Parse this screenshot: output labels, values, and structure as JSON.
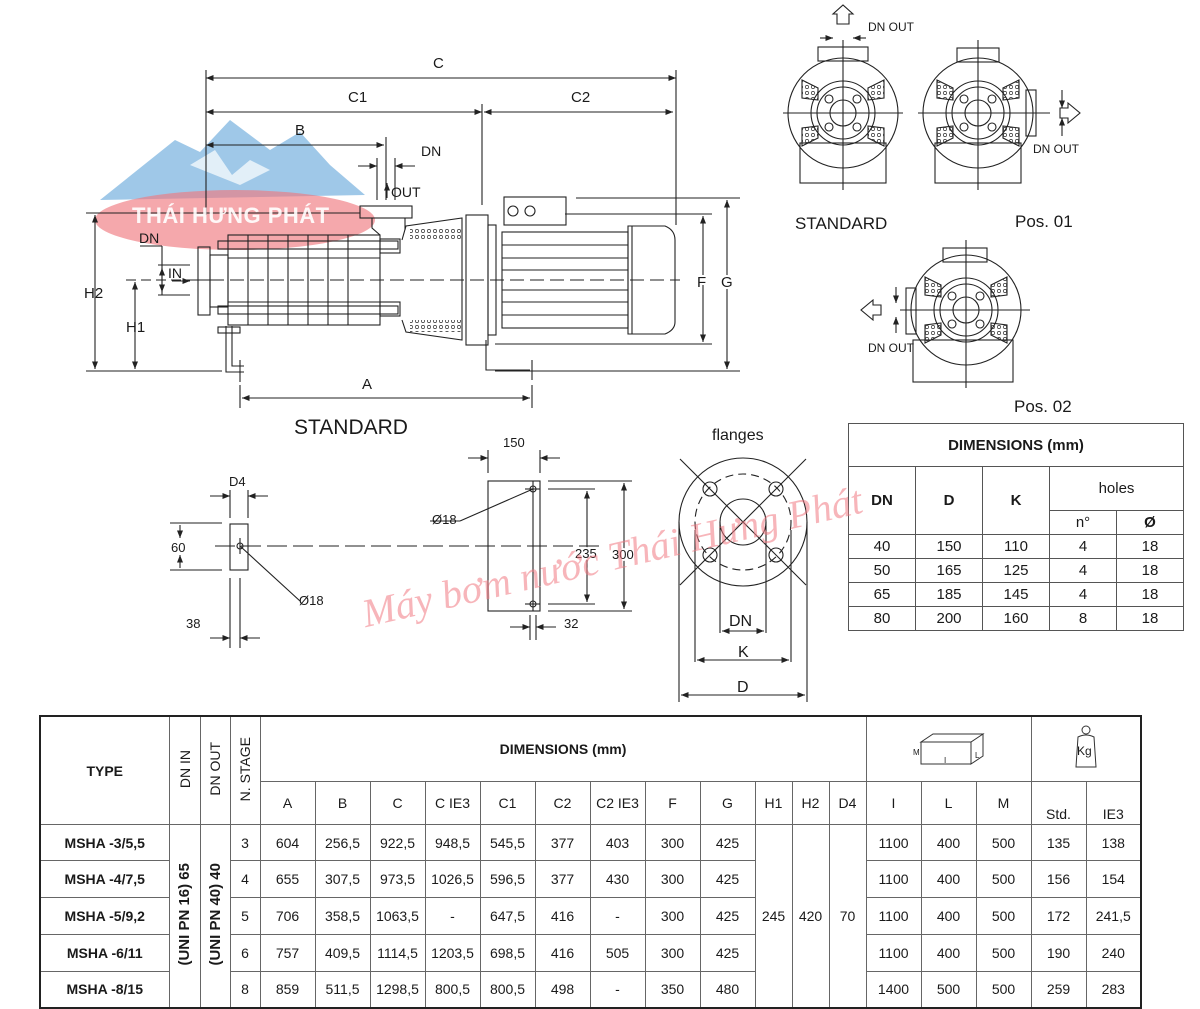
{
  "drawing": {
    "side_view_label": "STANDARD",
    "dims": {
      "c": "C",
      "c1": "C1",
      "c2": "C2",
      "b": "B",
      "a": "A",
      "dn_out_side": "DN",
      "out": "OUT",
      "dn_in": "DN",
      "in": "IN",
      "h1": "H1",
      "h2": "H2",
      "f": "F",
      "g": "G"
    },
    "front_views": {
      "dn_out_top": "DN OUT",
      "dn_out_pos01": "DN OUT",
      "dn_out_pos02": "DN OUT",
      "standard_label": "STANDARD",
      "pos01_label": "Pos. 01",
      "pos02_label": "Pos. 02"
    },
    "base_plates": {
      "d4": "D4",
      "dim_60": "60",
      "dim_38": "38",
      "hole_left": "Ø18",
      "dim_150": "150",
      "hole_right": "Ø18",
      "dim_235": "235",
      "dim_300": "300",
      "dim_32": "32"
    },
    "flange": {
      "title": "flanges",
      "dn": "DN",
      "k": "K",
      "d": "D"
    }
  },
  "logo": {
    "text": "THÁI HƯNG PHÁT",
    "colors": {
      "mountain": "#7fb6e0",
      "ellipse": "#f07a80"
    }
  },
  "watermark": "Máy bơm nước Thái Hưng Phát",
  "flange_table": {
    "title": "DIMENSIONS (mm)",
    "headers": {
      "dn": "DN",
      "d": "D",
      "k": "K",
      "holes": "holes",
      "n": "n°",
      "dia": "Ø"
    },
    "rows": [
      {
        "dn": "40",
        "d": "150",
        "k": "110",
        "n": "4",
        "dia": "18"
      },
      {
        "dn": "50",
        "d": "165",
        "k": "125",
        "n": "4",
        "dia": "18"
      },
      {
        "dn": "65",
        "d": "185",
        "k": "145",
        "n": "4",
        "dia": "18"
      },
      {
        "dn": "80",
        "d": "200",
        "k": "160",
        "n": "8",
        "dia": "18"
      }
    ]
  },
  "main_table": {
    "headers": {
      "type": "TYPE",
      "dn_in": "DN IN",
      "dn_out": "DN OUT",
      "n_stage": "N. STAGE",
      "dimensions": "DIMENSIONS (mm)",
      "cols": [
        "A",
        "B",
        "C",
        "C IE3",
        "C1",
        "C2",
        "C2 IE3",
        "F",
        "G",
        "H1",
        "H2",
        "D4"
      ],
      "pack_icon_labels": {
        "m": "M",
        "i": "I",
        "l": "L"
      },
      "pack_cols": [
        "I",
        "L",
        "M"
      ],
      "weight_icon": "Kg",
      "weight_cols": [
        "Std.",
        "IE3"
      ]
    },
    "dn_in_value": "(UNI PN 16) 65",
    "dn_out_value": "(UNI PN 40) 40",
    "h1_value": "245",
    "h2_value": "420",
    "d4_value": "70",
    "rows": [
      {
        "type": "MSHA -3/5,5",
        "stage": "3",
        "a": "604",
        "b": "256,5",
        "c": "922,5",
        "c_ie3": "948,5",
        "c1": "545,5",
        "c2": "377",
        "c2_ie3": "403",
        "f": "300",
        "g": "425",
        "i": "1100",
        "l": "400",
        "m": "500",
        "std": "135",
        "ie3": "138"
      },
      {
        "type": "MSHA -4/7,5",
        "stage": "4",
        "a": "655",
        "b": "307,5",
        "c": "973,5",
        "c_ie3": "1026,5",
        "c1": "596,5",
        "c2": "377",
        "c2_ie3": "430",
        "f": "300",
        "g": "425",
        "i": "1100",
        "l": "400",
        "m": "500",
        "std": "156",
        "ie3": "154"
      },
      {
        "type": "MSHA -5/9,2",
        "stage": "5",
        "a": "706",
        "b": "358,5",
        "c": "1063,5",
        "c_ie3": "-",
        "c1": "647,5",
        "c2": "416",
        "c2_ie3": "-",
        "f": "300",
        "g": "425",
        "i": "1100",
        "l": "400",
        "m": "500",
        "std": "172",
        "ie3": "241,5"
      },
      {
        "type": "MSHA -6/11",
        "stage": "6",
        "a": "757",
        "b": "409,5",
        "c": "1114,5",
        "c_ie3": "1203,5",
        "c1": "698,5",
        "c2": "416",
        "c2_ie3": "505",
        "f": "300",
        "g": "425",
        "i": "1100",
        "l": "400",
        "m": "500",
        "std": "190",
        "ie3": "240"
      },
      {
        "type": "MSHA -8/15",
        "stage": "8",
        "a": "859",
        "b": "511,5",
        "c": "1298,5",
        "c_ie3": "800,5",
        "c1": "800,5",
        "c2": "498",
        "c2_ie3": "-",
        "f": "350",
        "g": "480",
        "i": "1400",
        "l": "500",
        "m": "500",
        "std": "259",
        "ie3": "283"
      }
    ]
  }
}
